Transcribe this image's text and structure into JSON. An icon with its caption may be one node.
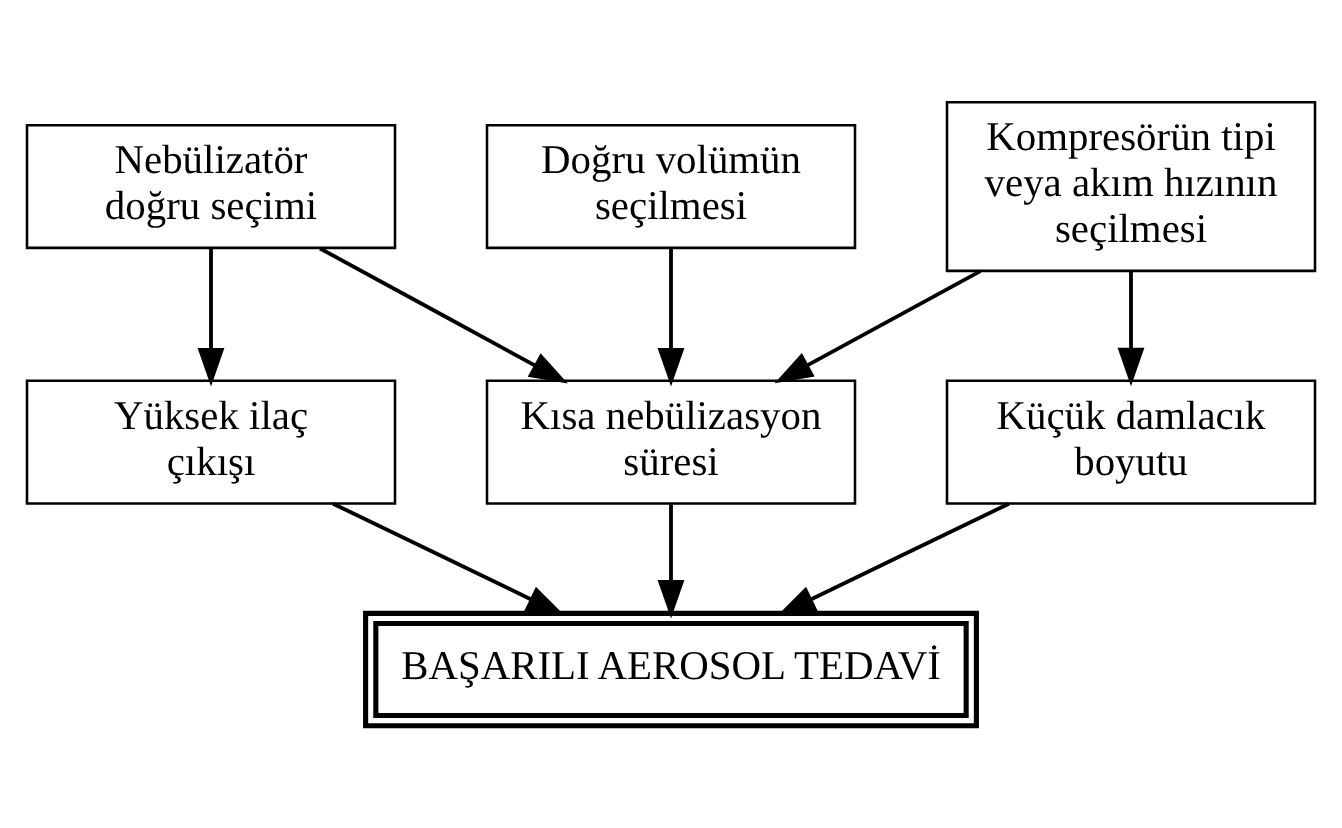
{
  "diagram": {
    "nodes": [
      {
        "text": [
          "Nebülizatör doğru seçimi"
        ]
      },
      {
        "text": [
          "Doğru volümün seçilmesi"
        ]
      },
      {
        "text": [
          "Kompresörün tipi veya akım hızının seçilmesi"
        ]
      },
      {
        "text": [
          "Yüksek ilaç çıkışı"
        ]
      },
      {
        "text": [
          "Kısa nebülizasyon süresi"
        ]
      },
      {
        "text": [
          "Küçük damlacık boyutu"
        ]
      },
      {
        "text": [
          "BAŞARILI AEROSOL TEDAVİ"
        ]
      }
    ],
    "edges": [
      {
        "from": 0,
        "to": 3,
        "arrow": "to"
      },
      {
        "from": 0,
        "to": 4,
        "arrow": "to"
      },
      {
        "from": 1,
        "to": 4,
        "arrow": "to"
      },
      {
        "from": 2,
        "to": 4,
        "arrow": "to"
      },
      {
        "from": 2,
        "to": 5,
        "arrow": "to"
      },
      {
        "from": 3,
        "to": 6,
        "arrow": "to"
      },
      {
        "from": 4,
        "to": 6,
        "arrow": "to"
      },
      {
        "from": 5,
        "to": 6,
        "arrow": "to"
      }
    ]
  }
}
